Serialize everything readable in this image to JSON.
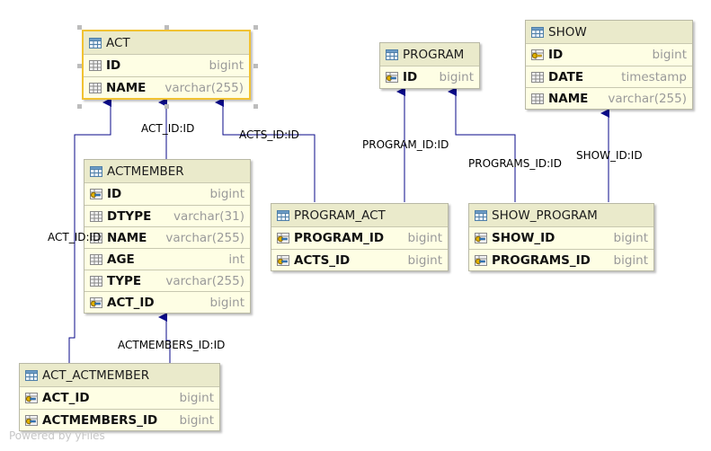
{
  "entities": [
    {
      "name": "ACT",
      "columns": [
        {
          "name": "ID",
          "type": "bigint",
          "icon": "column-icon"
        },
        {
          "name": "NAME",
          "type": "varchar(255)",
          "icon": "column-icon"
        }
      ]
    },
    {
      "name": "PROGRAM",
      "columns": [
        {
          "name": "ID",
          "type": "bigint",
          "icon": "fk-key-icon"
        }
      ]
    },
    {
      "name": "SHOW",
      "columns": [
        {
          "name": "ID",
          "type": "bigint",
          "icon": "key-icon"
        },
        {
          "name": "DATE",
          "type": "timestamp",
          "icon": "column-icon"
        },
        {
          "name": "NAME",
          "type": "varchar(255)",
          "icon": "column-icon"
        }
      ]
    },
    {
      "name": "ACTMEMBER",
      "columns": [
        {
          "name": "ID",
          "type": "bigint",
          "icon": "fk-key-icon"
        },
        {
          "name": "DTYPE",
          "type": "varchar(31)",
          "icon": "column-icon"
        },
        {
          "name": "NAME",
          "type": "varchar(255)",
          "icon": "column-icon"
        },
        {
          "name": "AGE",
          "type": "int",
          "icon": "column-icon"
        },
        {
          "name": "TYPE",
          "type": "varchar(255)",
          "icon": "column-icon"
        },
        {
          "name": "ACT_ID",
          "type": "bigint",
          "icon": "fk-key-icon"
        }
      ]
    },
    {
      "name": "PROGRAM_ACT",
      "columns": [
        {
          "name": "PROGRAM_ID",
          "type": "bigint",
          "icon": "fk-key-icon"
        },
        {
          "name": "ACTS_ID",
          "type": "bigint",
          "icon": "fk-key-icon"
        }
      ]
    },
    {
      "name": "SHOW_PROGRAM",
      "columns": [
        {
          "name": "SHOW_ID",
          "type": "bigint",
          "icon": "fk-key-icon"
        },
        {
          "name": "PROGRAMS_ID",
          "type": "bigint",
          "icon": "fk-key-icon"
        }
      ]
    },
    {
      "name": "ACT_ACTMEMBER",
      "columns": [
        {
          "name": "ACT_ID",
          "type": "bigint",
          "icon": "fk-key-icon"
        },
        {
          "name": "ACTMEMBERS_ID",
          "type": "bigint",
          "icon": "fk-key-icon"
        }
      ]
    }
  ],
  "relations": [
    {
      "label": "ACT_ID:ID",
      "from": "ACTMEMBER",
      "to": "ACT"
    },
    {
      "label": "ACTS_ID:ID",
      "from": "PROGRAM_ACT",
      "to": "ACT"
    },
    {
      "label": "ACT_ID:ID",
      "from": "ACT_ACTMEMBER",
      "to": "ACT"
    },
    {
      "label": "PROGRAM_ID:ID",
      "from": "PROGRAM_ACT",
      "to": "PROGRAM"
    },
    {
      "label": "PROGRAMS_ID:ID",
      "from": "SHOW_PROGRAM",
      "to": "PROGRAM"
    },
    {
      "label": "SHOW_ID:ID",
      "from": "SHOW_PROGRAM",
      "to": "SHOW"
    },
    {
      "label": "ACTMEMBERS_ID:ID",
      "from": "ACT_ACTMEMBER",
      "to": "ACTMEMBER"
    }
  ],
  "colors": {
    "edge": "#0a0a8a",
    "header": "#eaeacb",
    "body": "#fefee4",
    "selection": "#f1c232"
  },
  "watermark": "Powered by yFiles"
}
